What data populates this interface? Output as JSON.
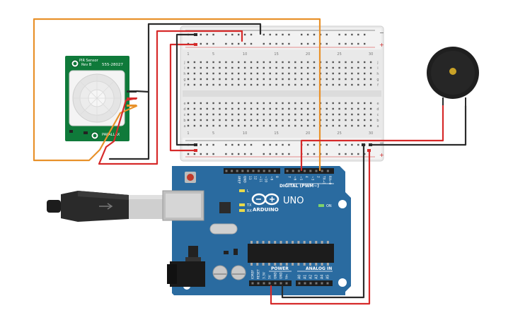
{
  "pir_sensor": {
    "title_line1": "PIR Sensor",
    "title_line2": "Rev B",
    "part_number": "555-28027",
    "brand": "PARALLAX"
  },
  "arduino": {
    "logo_text": "ARDUINO",
    "model": "UNO",
    "header_digital": "DIGITAL (PWM~)",
    "header_power": "POWER",
    "header_analog": "ANALOG IN",
    "led_l": "L",
    "led_tx": "TX",
    "led_rx": "RX",
    "led_on": "ON",
    "top_pin_labels": [
      "AREF",
      "GND",
      "13",
      "12",
      "~11",
      "~10",
      "~9",
      "8",
      "7",
      "~6",
      "~5",
      "4",
      "~3",
      "2",
      "TX→1",
      "RX←0"
    ],
    "power_pin_labels": [
      "IOREF",
      "RESET",
      "3.3V",
      "5V",
      "GND",
      "GND",
      "Vin"
    ],
    "analog_pin_labels": [
      "A0",
      "A1",
      "A2",
      "A3",
      "A4",
      "A5"
    ]
  },
  "breadboard": {
    "rail_minus": "−",
    "rail_plus": "+",
    "row_letters_top": [
      "j",
      "i",
      "h",
      "g",
      "f"
    ],
    "row_letters_bottom": [
      "e",
      "d",
      "c",
      "b",
      "a"
    ],
    "column_numbers": [
      "1",
      "",
      "",
      "",
      "5",
      "",
      "",
      "",
      "",
      "10",
      "",
      "",
      "",
      "",
      "15",
      "",
      "",
      "",
      "",
      "20",
      "",
      "",
      "",
      "",
      "25",
      "",
      "",
      "",
      "",
      "30"
    ]
  },
  "colors": {
    "board_blue": "#2a6ba0",
    "pir_green": "#0f7a3a",
    "wire_red": "#d62a2a",
    "wire_black": "#2b2b2b",
    "wire_orange": "#e8912a",
    "breadboard": "#ececec"
  }
}
